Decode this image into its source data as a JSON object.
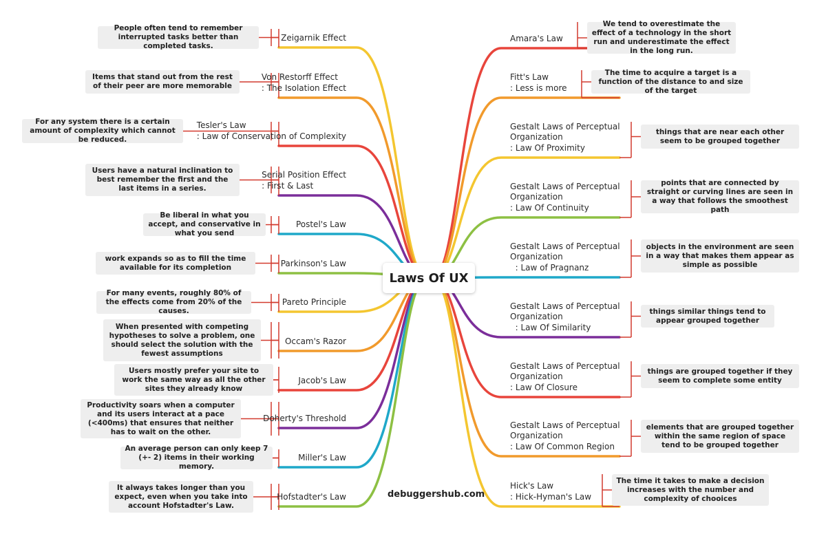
{
  "center_title": "Laws Of UX",
  "footer": "debuggershub.com",
  "left_branches": [
    {
      "title": [
        "Zeigarnik Effect"
      ],
      "note": "People often tend to remember interrupted tasks better than completed tasks.",
      "color": "#f4c630"
    },
    {
      "title": [
        "Von Restorff Effect",
        ": The Isolation Effect"
      ],
      "note": "Items that stand out from the rest of their peer are more memorable",
      "color": "#f19a2c"
    },
    {
      "title": [
        "Tesler's Law",
        ": Law of Conservation of Complexity"
      ],
      "note": "For any system there is a certain amount of complexity which cannot be reduced.",
      "color": "#e8453c"
    },
    {
      "title": [
        "Serial Position Effect",
        ": First & Last"
      ],
      "note": "Users have a natural inclination to best remember the first and the last items in a series.",
      "color": "#7b2e9a"
    },
    {
      "title": [
        "Postel's Law"
      ],
      "note": "Be liberal in what you accept, and conservative in what you send",
      "color": "#1fa8c9"
    },
    {
      "title": [
        "Parkinson's Law"
      ],
      "note": "work expands so as to fill the time available for its completion",
      "color": "#8dc043"
    },
    {
      "title": [
        "Pareto Principle"
      ],
      "note": "For many events, roughly 80% of the effects come from 20% of the causes.",
      "color": "#f4c630"
    },
    {
      "title": [
        "Occam's Razor"
      ],
      "note": "When presented with competing hypotheses to solve a problem, one should select the solution with the fewest assumptions",
      "color": "#f19a2c"
    },
    {
      "title": [
        "Jacob's Law"
      ],
      "note": "Users mostly prefer your site to work the same way as all the other sites they already know",
      "color": "#e8453c"
    },
    {
      "title": [
        "Doherty's Threshold"
      ],
      "note": "Productivity soars when a computer and its users interact at a pace (<400ms) that ensures that neither has to wait on the other.",
      "color": "#7b2e9a"
    },
    {
      "title": [
        "Miller's Law"
      ],
      "note": "An average person can only keep 7 (+- 2) items in their working memory.",
      "color": "#1fa8c9"
    },
    {
      "title": [
        "Hofstadter's Law"
      ],
      "note": "It always takes longer than you expect, even when you take into account Hofstadter's Law.",
      "color": "#8dc043"
    }
  ],
  "right_branches": [
    {
      "title": [
        "Amara's Law"
      ],
      "note": "We tend to overestimate the effect of a technology in the short run and underestimate the effect in the long run.",
      "color": "#e8453c"
    },
    {
      "title": [
        "Fitt's Law",
        ": Less is more"
      ],
      "note": "The time to acquire a target is a function of the distance to and size of the target",
      "color": "#f19a2c"
    },
    {
      "title": [
        "Gestalt Laws of Perceptual",
        "Organization",
        ": Law Of Proximity"
      ],
      "note": "things that are near each other seem to be grouped together",
      "color": "#f4c630"
    },
    {
      "title": [
        "Gestalt Laws of Perceptual",
        "Organization",
        ": Law Of Continuity"
      ],
      "note": "points that are connected by straight or curving lines are seen in a way that follows the smoothest path",
      "color": "#8dc043"
    },
    {
      "title": [
        "Gestalt Laws of Perceptual",
        "Organization",
        "  : Law of Pragnanz"
      ],
      "note": "objects in the environment are seen in a way that makes them appear as simple as possible",
      "color": "#1fa8c9"
    },
    {
      "title": [
        "Gestalt Laws of Perceptual",
        "Organization",
        "  : Law Of Similarity"
      ],
      "note": "things similar things tend to appear grouped together",
      "color": "#7b2e9a"
    },
    {
      "title": [
        "Gestalt Laws of Perceptual",
        "Organization",
        ": Law Of Closure"
      ],
      "note": "things are grouped together if they seem to complete some entity",
      "color": "#e8453c"
    },
    {
      "title": [
        "Gestalt Laws of Perceptual",
        "Organization",
        ": Law Of Common Region"
      ],
      "note": "elements that are grouped together within the same region of space tend to be grouped together",
      "color": "#f19a2c"
    },
    {
      "title": [
        "Hick's Law",
        ": Hick-Hyman's Law"
      ],
      "note": "The time it takes to make a decision increases with the number and complexity of chooices",
      "color": "#f4c630"
    }
  ]
}
